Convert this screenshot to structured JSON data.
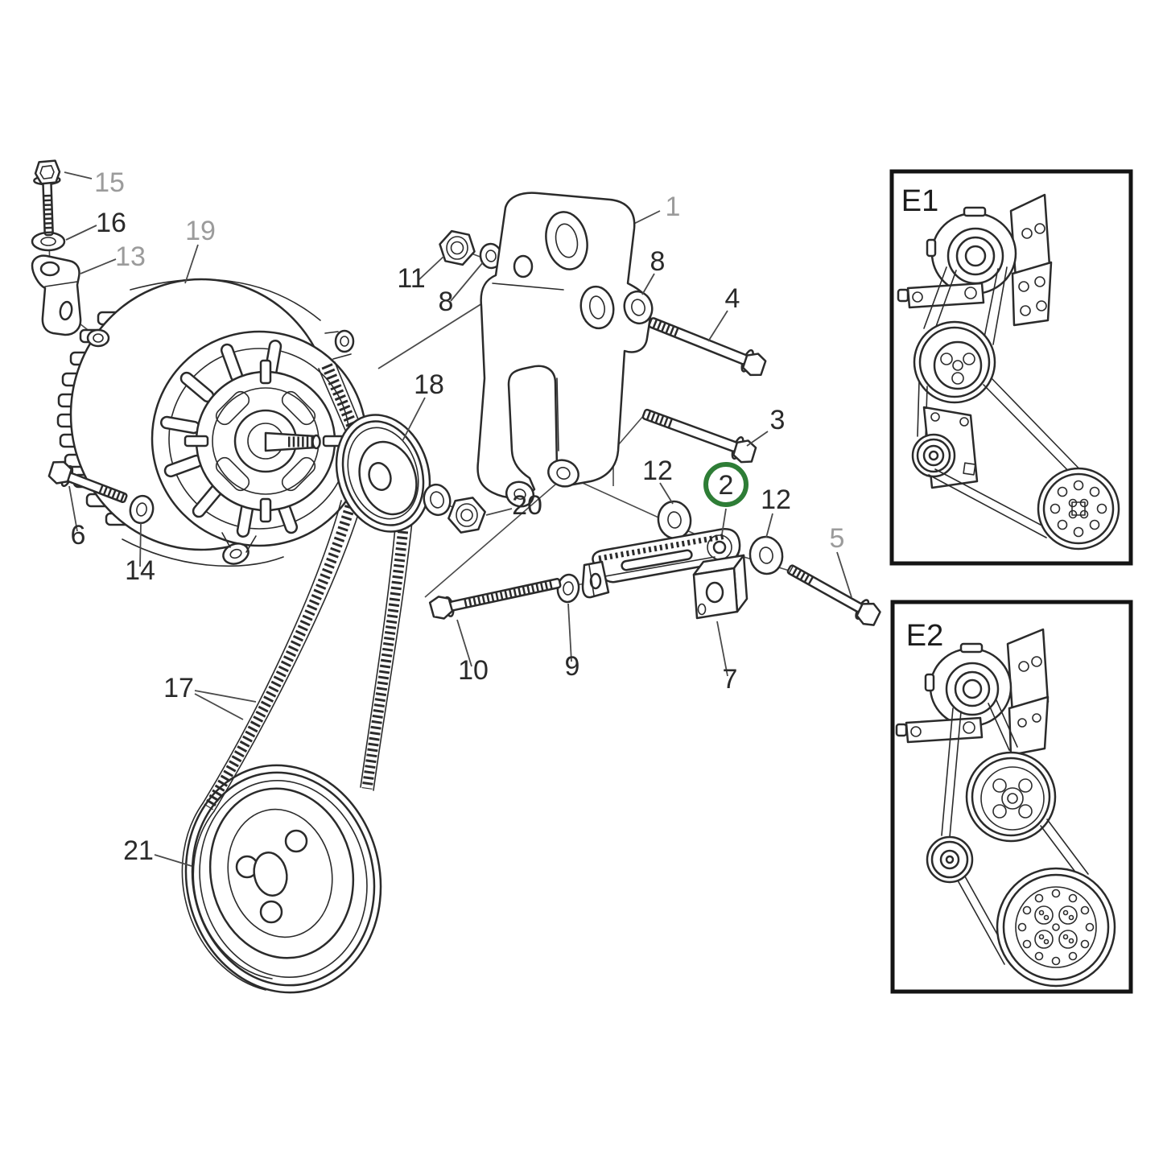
{
  "document": {
    "type": "exploded-parts-diagram",
    "subject": "alternator mounting bracket and drive belt assembly",
    "background": "#ffffff",
    "line_color": "#2b2b2b",
    "label_color": "#2a2a2a",
    "muted_label_color": "#9b9b9b",
    "highlight_circle_color": "#2e7d36",
    "highlighted_part": "2"
  },
  "callouts": {
    "n1": {
      "label": "1",
      "muted": true
    },
    "n2": {
      "label": "2",
      "muted": false,
      "circled": true
    },
    "n3": {
      "label": "3",
      "muted": false
    },
    "n4": {
      "label": "4",
      "muted": false
    },
    "n5": {
      "label": "5",
      "muted": true
    },
    "n6": {
      "label": "6",
      "muted": false
    },
    "n7": {
      "label": "7",
      "muted": false
    },
    "n8a": {
      "label": "8",
      "muted": false
    },
    "n8b": {
      "label": "8",
      "muted": false
    },
    "n9": {
      "label": "9",
      "muted": false
    },
    "n10": {
      "label": "10",
      "muted": false
    },
    "n11": {
      "label": "11",
      "muted": false
    },
    "n12a": {
      "label": "12",
      "muted": false
    },
    "n12b": {
      "label": "12",
      "muted": false
    },
    "n13": {
      "label": "13",
      "muted": true
    },
    "n14": {
      "label": "14",
      "muted": false
    },
    "n15": {
      "label": "15",
      "muted": true
    },
    "n16": {
      "label": "16",
      "muted": false
    },
    "n17": {
      "label": "17",
      "muted": false
    },
    "n18": {
      "label": "18",
      "muted": false
    },
    "n19": {
      "label": "19",
      "muted": true
    },
    "n20": {
      "label": "20",
      "muted": false
    },
    "n21": {
      "label": "21",
      "muted": false
    }
  },
  "insets": {
    "e1": {
      "label": "E1"
    },
    "e2": {
      "label": "E2"
    }
  }
}
